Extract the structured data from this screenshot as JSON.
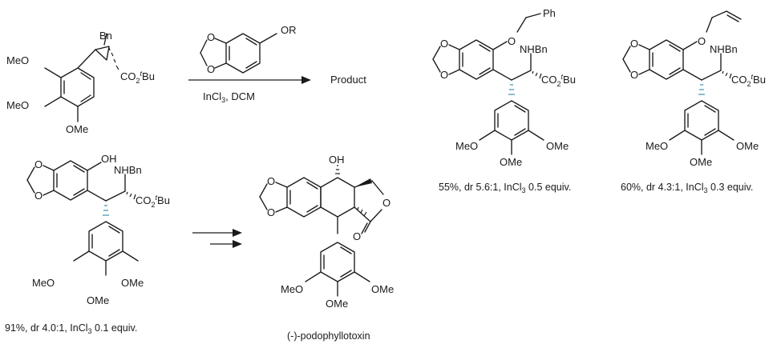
{
  "reaction": {
    "reagent_group": "OR",
    "conditions": "InCl3, DCM",
    "product_label": "Product"
  },
  "labels": {
    "bn": "Bn",
    "nhbn": "NHBn",
    "ester": "CO2tBu",
    "ome": "OMe",
    "meo": "MeO",
    "oh": "OH",
    "ph": "Ph",
    "o": "O"
  },
  "products": [
    {
      "id": "benzyl",
      "yield": "55%",
      "dr": "dr 5.6:1",
      "catalyst": "InCl3 0.5 equiv."
    },
    {
      "id": "allyl",
      "yield": "60%",
      "dr": "dr 4.3:1",
      "catalyst": "InCl3 0.3 equiv."
    },
    {
      "id": "phenol",
      "yield": "91%",
      "dr": "dr 4.0:1",
      "catalyst": "InCl3 0.1 equiv."
    }
  ],
  "captions": {
    "benzyl": "55%, dr 5.6:1, InCl3 0.5 equiv.",
    "allyl": "60%, dr 4.3:1, InCl3 0.3 equiv.",
    "phenol": "91%, dr 4.0:1, InCl3 0.1 equiv.",
    "target": "(-)-podophyllotoxin"
  },
  "colors": {
    "bond": "#1a1a1a",
    "stereo_hash": "#3b8fb0"
  }
}
